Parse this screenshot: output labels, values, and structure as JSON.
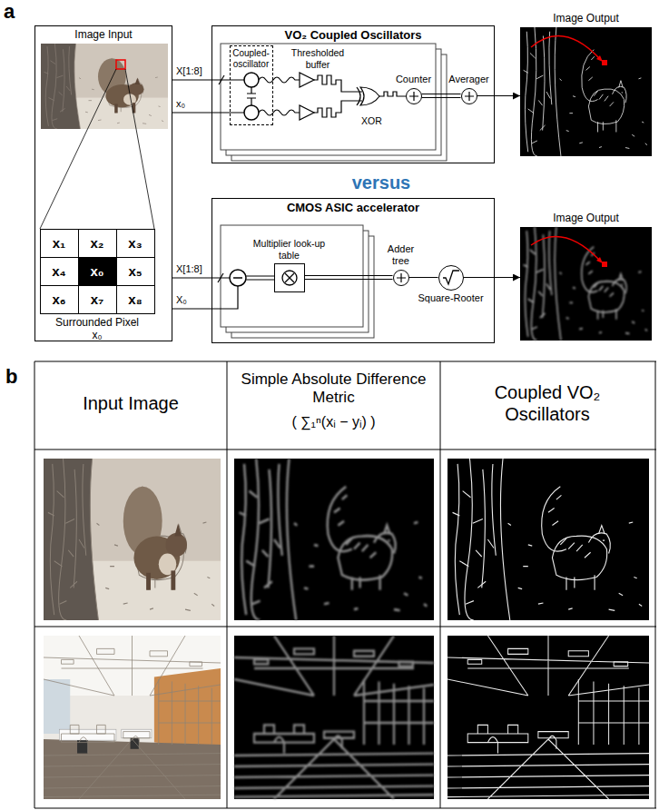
{
  "diagram": {
    "nodes": [
      {
        "text": [
          "Image Input"
        ]
      },
      {
        "text": [
          "x₁"
        ],
        "in": 0
      },
      {
        "text": [
          "x₂"
        ],
        "in": 0
      },
      {
        "text": [
          "x₃"
        ],
        "in": 0
      },
      {
        "text": [
          "x₄"
        ],
        "in": 0
      },
      {
        "text": [
          "x₀"
        ],
        "in": 0
      },
      {
        "text": [
          "x₅"
        ],
        "in": 0
      },
      {
        "text": [
          "x₆"
        ],
        "in": 0
      },
      {
        "text": [
          "x₇"
        ],
        "in": 0
      },
      {
        "text": [
          "x₈"
        ],
        "in": 0
      },
      {
        "text": [
          "VO₂ Coupled Oscillators"
        ]
      },
      {
        "text": [
          "Coupled-oscillator"
        ],
        "in": 10
      },
      {
        "text": [
          "Counter"
        ],
        "in": 10
      },
      {
        "text": [
          "Averager"
        ],
        "in": 10
      },
      {
        "text": [
          "Image Output"
        ]
      },
      {
        "text": [
          "CMOS ASIC accelerator"
        ]
      },
      {
        "text": [
          "Multiplier look-up table"
        ],
        "in": 15
      },
      {
        "text": [
          "Adder tree"
        ],
        "in": 15
      },
      {
        "text": [
          "Square-Rooter"
        ],
        "in": 15
      },
      {
        "text": [
          "Image Output"
        ]
      }
    ],
    "edges": [
      {
        "from": 0,
        "to": 10,
        "arrow": "none",
        "label": "X[1:8]"
      },
      {
        "from": 0,
        "to": 10,
        "arrow": "none",
        "label": "x₀"
      },
      {
        "from": 12,
        "to": 13,
        "arrow": "none"
      },
      {
        "from": 13,
        "to": 14,
        "arrow": "to"
      },
      {
        "from": 0,
        "to": 15,
        "arrow": "none",
        "label": "X[1:8]"
      },
      {
        "from": 0,
        "to": 15,
        "arrow": "none",
        "label": "X₀"
      },
      {
        "from": 16,
        "to": 17,
        "arrow": "none"
      },
      {
        "from": 17,
        "to": 18,
        "arrow": "none"
      },
      {
        "from": 18,
        "to": 19,
        "arrow": "to"
      }
    ],
    "labels": [
      "a",
      "Surrounded Pixel x₀",
      "Thresholded buffer",
      "XOR",
      "versus",
      "b",
      "Input Image",
      "Simple Absolute Difference Metric",
      "( ∑₁ⁿ(xᵢ − yᵢ) )",
      "Coupled VO₂ Oscillators"
    ]
  }
}
